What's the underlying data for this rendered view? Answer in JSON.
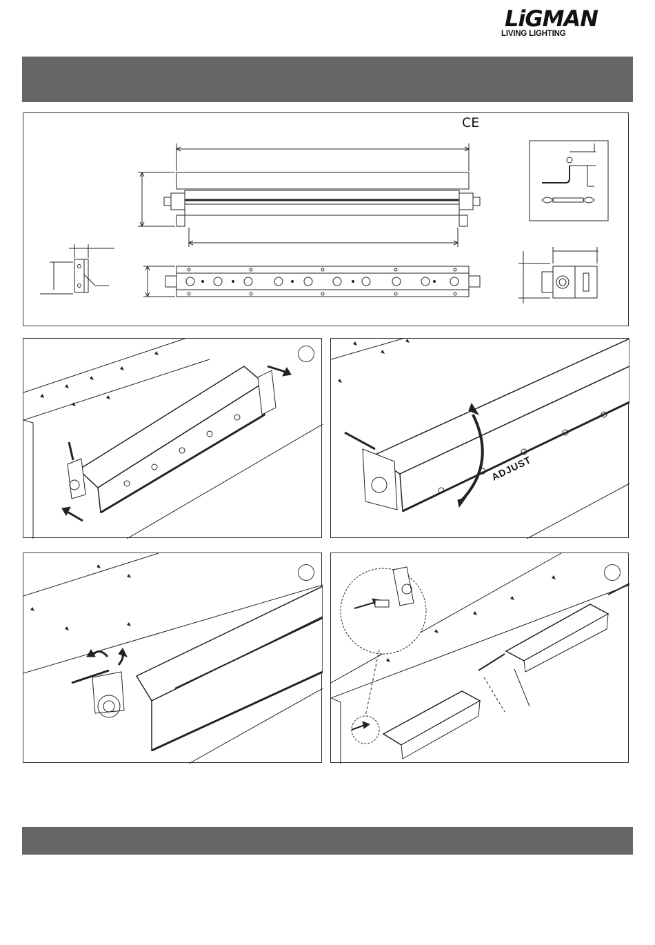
{
  "brand": {
    "logo_text": "LiGMAN",
    "tagline": "LIVING LIGHTING"
  },
  "header_bar": {
    "title": ""
  },
  "footer_bar": {
    "title": ""
  },
  "spec_panel": {
    "ce_mark": "CE",
    "tools_icons": [
      "hex-key-icon",
      "spanner-icon"
    ]
  },
  "steps": [
    {
      "number": "",
      "label": ""
    },
    {
      "number": "",
      "label": "ADJUST"
    },
    {
      "number": "",
      "label": ""
    },
    {
      "number": "",
      "label": ""
    }
  ],
  "colors": {
    "bar": "#666666",
    "line": "#222222",
    "background": "#ffffff"
  }
}
